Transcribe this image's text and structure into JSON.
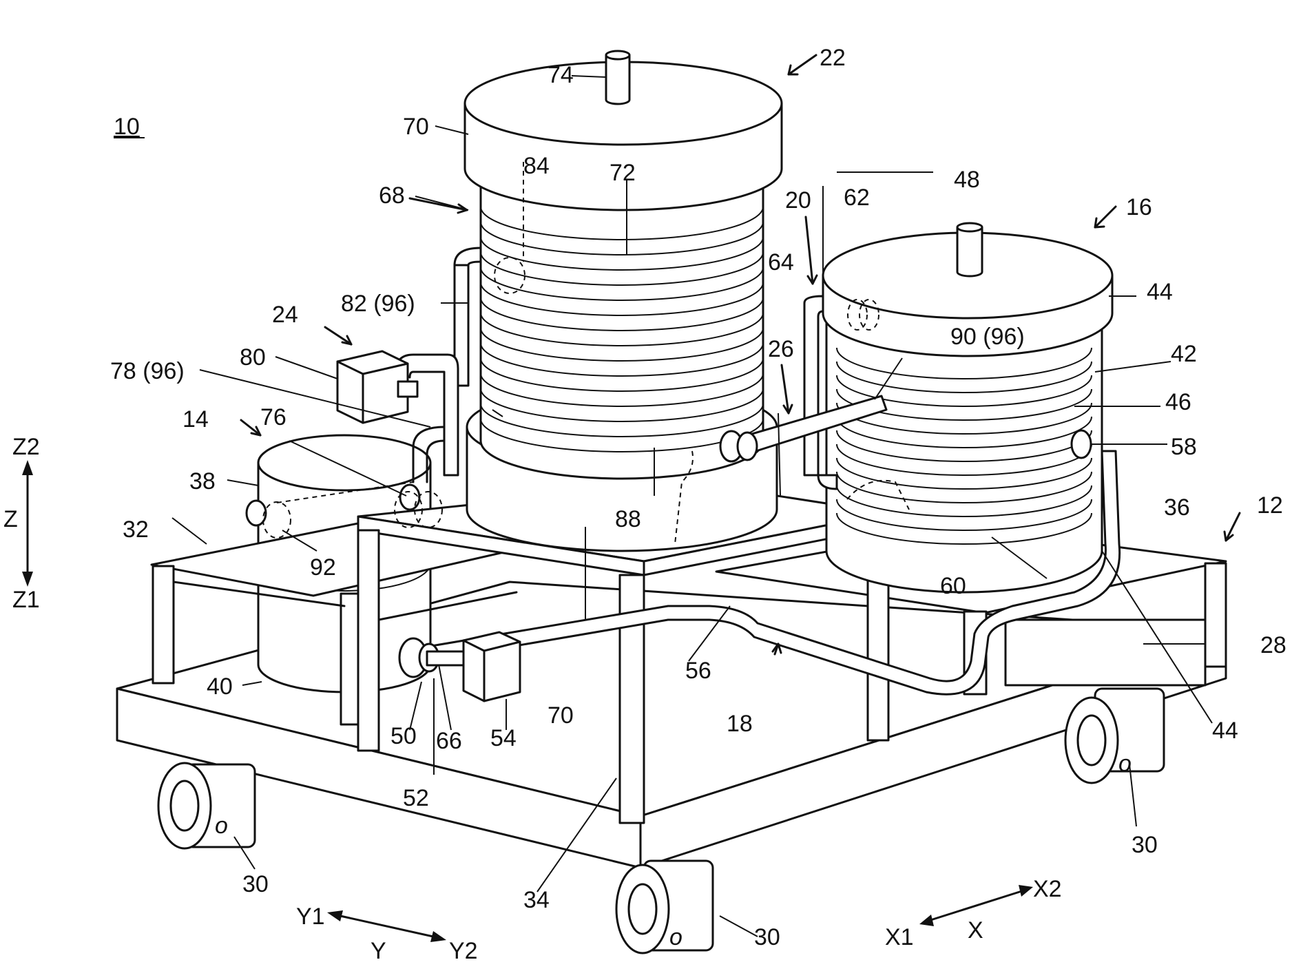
{
  "figure": {
    "ref_main": "10",
    "labels": {
      "l12": "12",
      "l14": "14",
      "l16": "16",
      "l18": "18",
      "l20": "20",
      "l22": "22",
      "l24": "24",
      "l26": "26",
      "l28": "28",
      "l30a": "30",
      "l30b": "30",
      "l30c": "30",
      "l32": "32",
      "l34": "34",
      "l36": "36",
      "l38": "38",
      "l40": "40",
      "l42": "42",
      "l44a": "44",
      "l44b": "44",
      "l46": "46",
      "l48": "48",
      "l50": "50",
      "l52": "52",
      "l54": "54",
      "l56": "56",
      "l58": "58",
      "l60": "60",
      "l62": "62",
      "l64": "64",
      "l66": "66",
      "l68": "68",
      "l70a": "70",
      "l70b": "70",
      "l72": "72",
      "l74": "74",
      "l76": "76",
      "l78": "78 (96)",
      "l80": "80",
      "l82": "82 (96)",
      "l84": "84",
      "l88": "88",
      "l90": "90 (96)",
      "l92": "92"
    },
    "axes": {
      "z_top": "Z2",
      "z_mid": "Z",
      "z_bottom": "Z1",
      "y_left": "Y1",
      "y_mid": "Y",
      "y_right": "Y2",
      "x_left": "X1",
      "x_mid": "X",
      "x_right": "X2"
    }
  }
}
